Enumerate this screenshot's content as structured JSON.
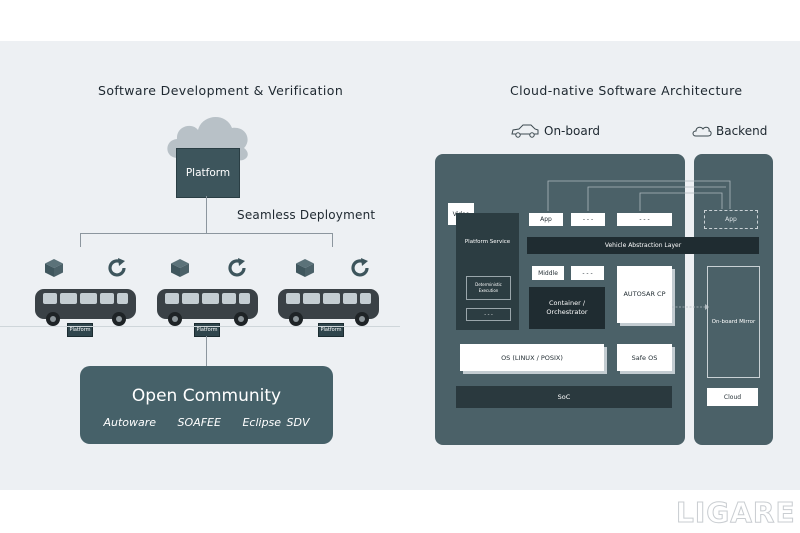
{
  "left": {
    "title": "Software Development & Verification",
    "platform_label": "Platform",
    "seamless_label": "Seamless Deployment",
    "vehicles": [
      {
        "tag": "Platform"
      },
      {
        "tag": "Platform"
      },
      {
        "tag": "Platform"
      }
    ],
    "community": {
      "title": "Open Community",
      "items": [
        "Autoware",
        "SOAFEE",
        "Eclipse SDV"
      ]
    }
  },
  "right": {
    "title": "Cloud-native Software Architecture",
    "onboard_label": "On-board",
    "backend_label": "Backend",
    "video": "Video",
    "platform_service": "Platform Service",
    "deterministic": "Deterministic Execution",
    "dots": "- - -",
    "app": "App",
    "vehicle_layer": "Vehicle Abstraction Layer",
    "middle": "Middle",
    "container": "Container / Orchestrator",
    "autosar": "AUTOSAR CP",
    "os": "OS (LINUX / POSIX)",
    "safe_os": "Safe OS",
    "soc": "SoC",
    "mirror": "On-board Mirror",
    "cloud": "Cloud"
  },
  "watermark": "LIGARE",
  "colors": {
    "panel_bg": "#edf0f3",
    "dark_teal": "#466169",
    "box_slate": "#4b6168",
    "navy_box": "#2c3d42"
  }
}
